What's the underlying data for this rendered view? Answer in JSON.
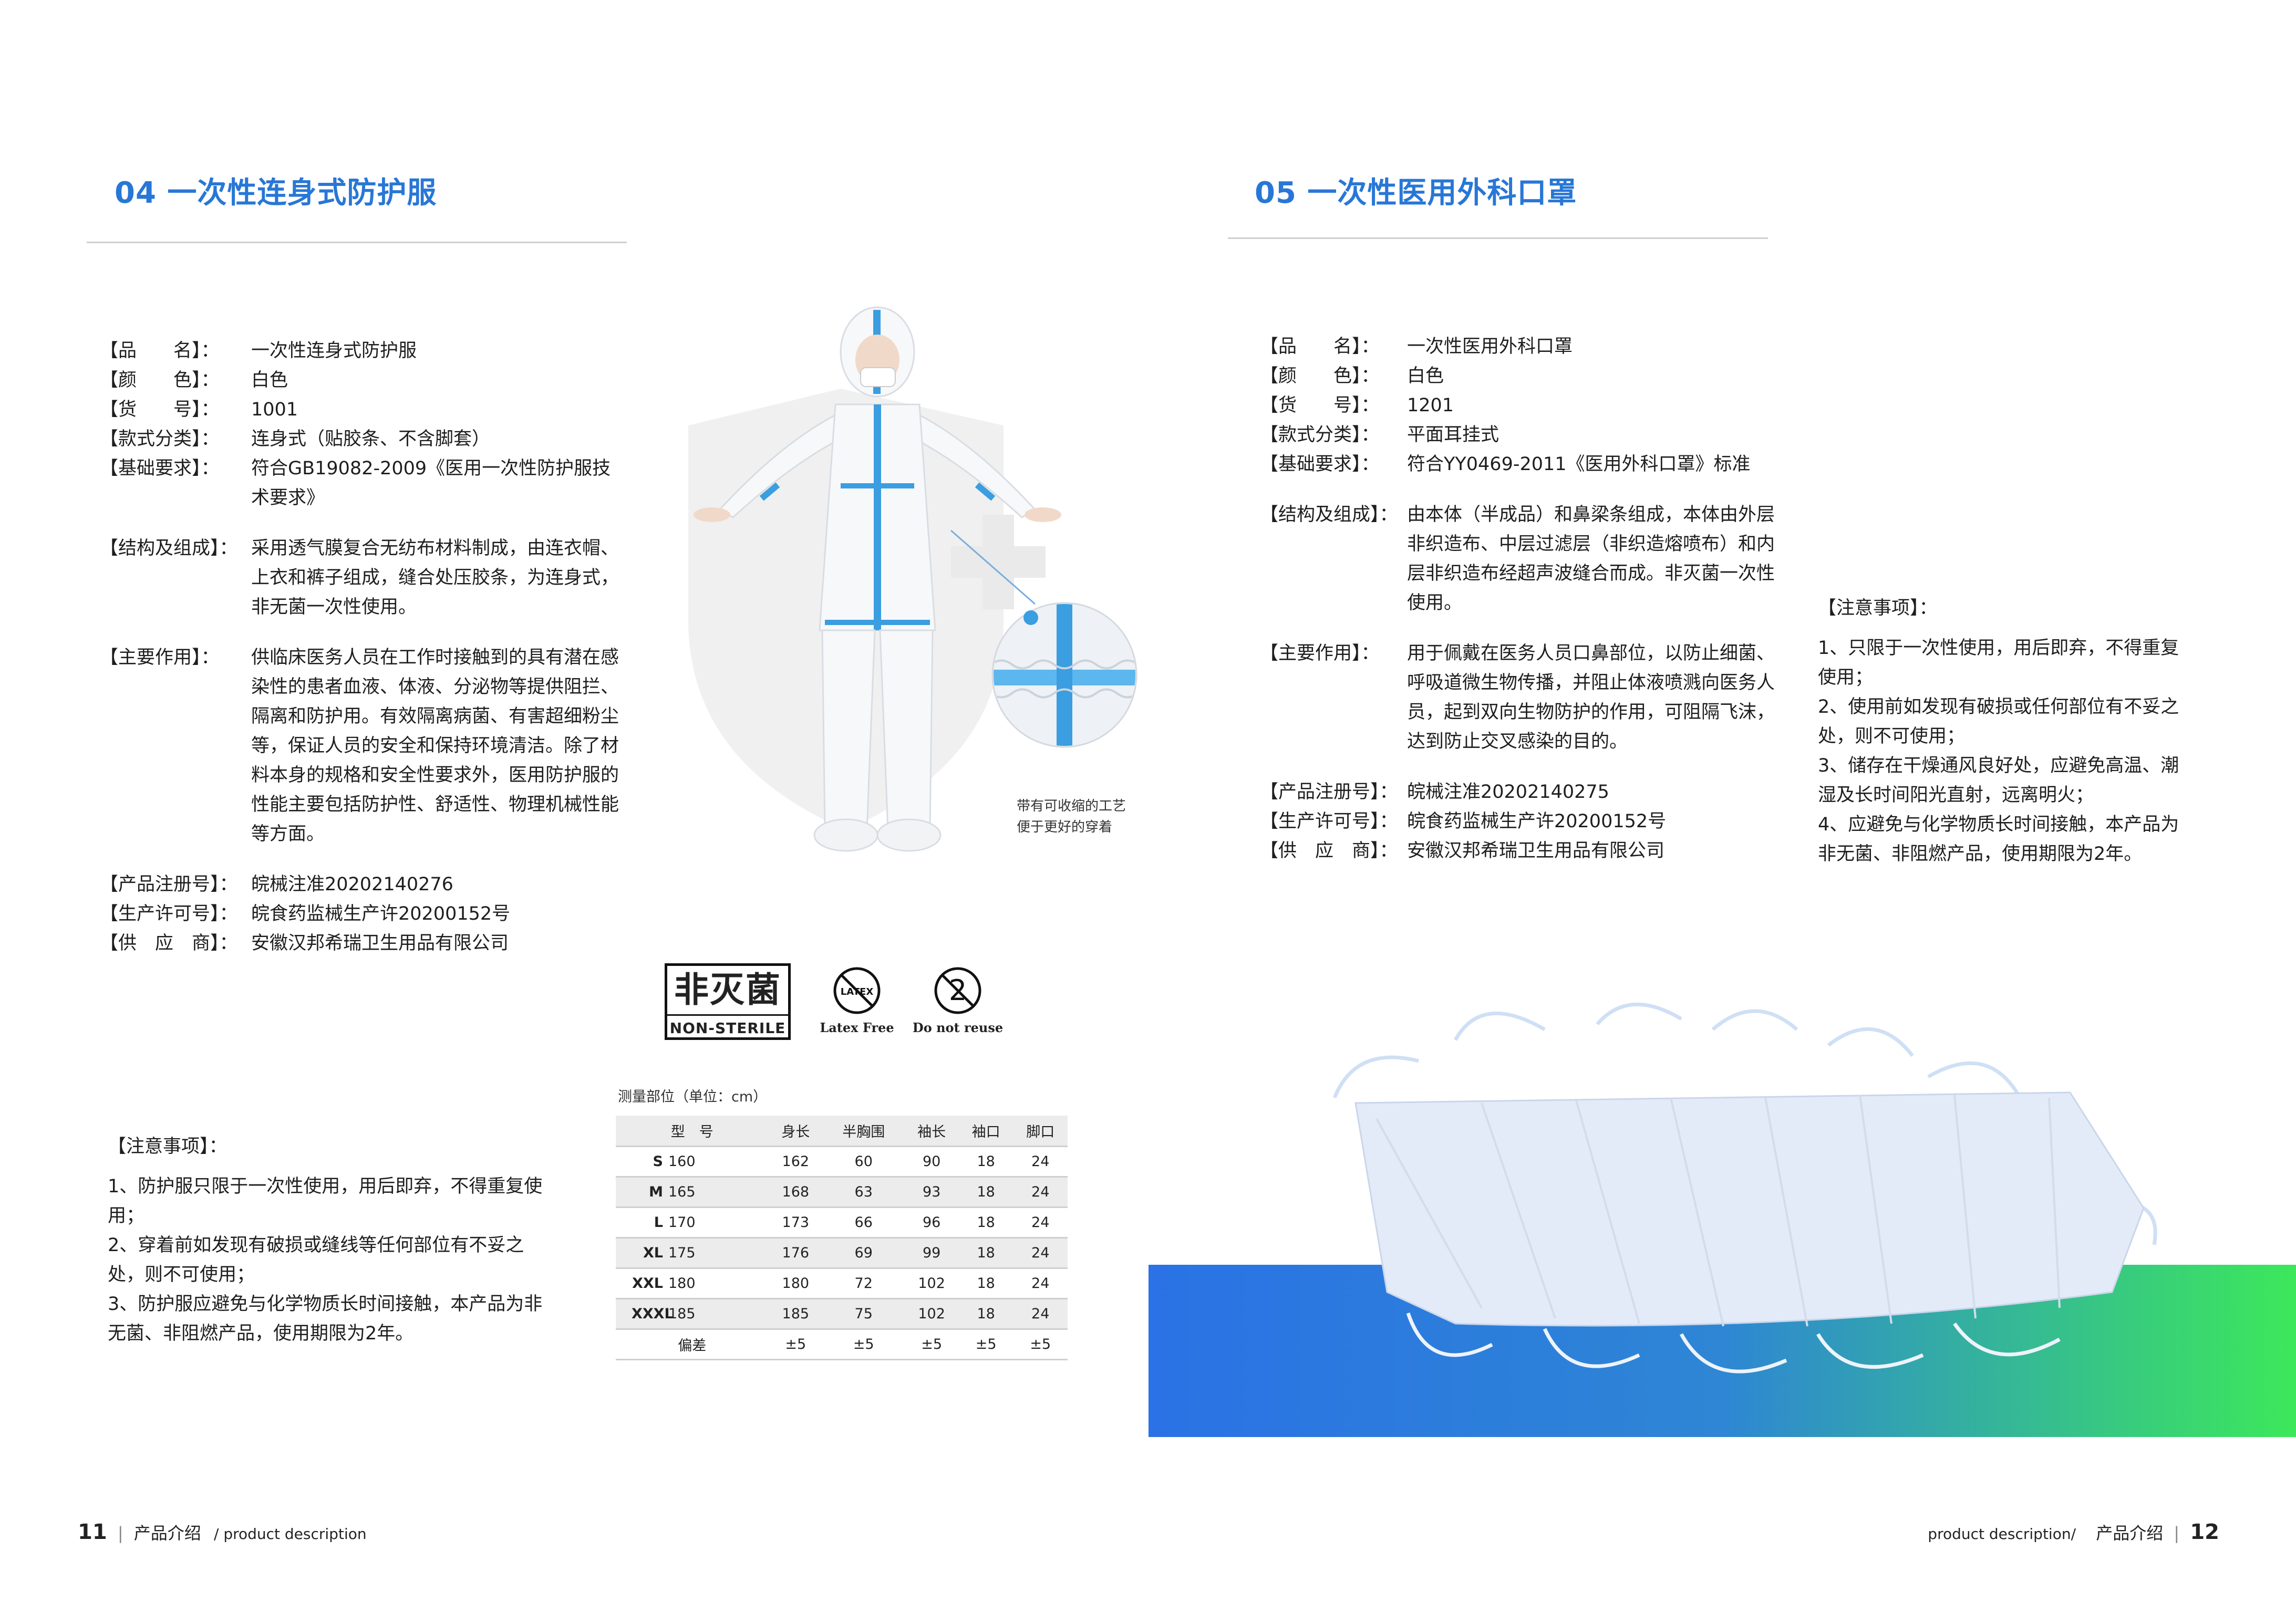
{
  "left": {
    "title": "04 一次性连身式防护服",
    "specs": [
      {
        "label": "【品　　名】：",
        "value": "一次性连身式防护服"
      },
      {
        "label": "【颜　　色】：",
        "value": "白色"
      },
      {
        "label": "【货　　号】：",
        "value": "1001"
      },
      {
        "label": "【款式分类】：",
        "value": "连身式（贴胶条、不含脚套）"
      },
      {
        "label": "【基础要求】：",
        "value": "符合GB19082-2009《医用一次性防护服技术要求》"
      }
    ],
    "structure_label": "【结构及组成】：",
    "structure_value": "采用透气膜复合无纺布材料制成，由连衣帽、上衣和裤子组成，缝合处压胶条，为连身式，非无菌一次性使用。",
    "function_label": "【主要作用】：",
    "function_value": "供临床医务人员在工作时接触到的具有潜在感染性的患者血液、体液、分泌物等提供阻拦、隔离和防护用。有效隔离病菌、有害超细粉尘等，保证人员的安全和保持环境清洁。除了材料本身的规格和安全性要求外，医用防护服的性能主要包括防护性、舒适性、物理机械性能等方面。",
    "reg": [
      {
        "label": "【产品注册号】：",
        "value": "皖械注准20202140276"
      },
      {
        "label": "【生产许可号】：",
        "value": "皖食药监械生产许20200152号"
      },
      {
        "label": "【供　应　商】：",
        "value": "安徽汉邦希瑞卫生用品有限公司"
      }
    ],
    "notes_head": "【注意事项】：",
    "notes": [
      "1、防护服只限于一次性使用，用后即弃，不得重复使用；",
      "2、穿着前如发现有破损或缝线等任何部位有不妥之处，则不可使用；",
      "3、防护服应避免与化学物质长时间接触，本产品为非无菌、非阻燃产品，使用期限为2年。"
    ],
    "detail_caption_1": "带有可收缩的工艺",
    "detail_caption_2": "便于更好的穿着"
  },
  "icons": {
    "nonsterile_cn": "非灭菌",
    "nonsterile_en": "NON-STERILE",
    "latex_inner": "LATEX",
    "latex_caption": "Latex Free",
    "reuse_inner": "2",
    "reuse_caption": "Do not reuse"
  },
  "size_table": {
    "caption": "测量部位（单位：cm）",
    "headers": [
      "型　号",
      "身长",
      "半胸围",
      "袖长",
      "袖口",
      "脚口"
    ],
    "rows": [
      {
        "size": "S",
        "height": "160",
        "cells": [
          "162",
          "60",
          "90",
          "18",
          "24"
        ]
      },
      {
        "size": "M",
        "height": "165",
        "cells": [
          "168",
          "63",
          "93",
          "18",
          "24"
        ]
      },
      {
        "size": "L",
        "height": "170",
        "cells": [
          "173",
          "66",
          "96",
          "18",
          "24"
        ]
      },
      {
        "size": "XL",
        "height": "175",
        "cells": [
          "176",
          "69",
          "99",
          "18",
          "24"
        ]
      },
      {
        "size": "XXL",
        "height": "180",
        "cells": [
          "180",
          "72",
          "102",
          "18",
          "24"
        ]
      },
      {
        "size": "XXXL",
        "height": "185",
        "cells": [
          "185",
          "75",
          "102",
          "18",
          "24"
        ]
      }
    ],
    "tolerance_label": "偏差",
    "tolerance": [
      "±5",
      "±5",
      "±5",
      "±5",
      "±5"
    ]
  },
  "right": {
    "title": "05  一次性医用外科口罩",
    "specs": [
      {
        "label": "【品　　名】：",
        "value": "一次性医用外科口罩"
      },
      {
        "label": "【颜　　色】：",
        "value": "白色"
      },
      {
        "label": "【货　　号】：",
        "value": "1201"
      },
      {
        "label": "【款式分类】：",
        "value": "平面耳挂式"
      },
      {
        "label": "【基础要求】：",
        "value": "符合YY0469-2011《医用外科口罩》标准"
      }
    ],
    "structure_label": "【结构及组成】：",
    "structure_value": "由本体（半成品）和鼻梁条组成，本体由外层非织造布、中层过滤层（非织造熔喷布）和内层非织造布经超声波缝合而成。非灭菌一次性使用。",
    "function_label": "【主要作用】：",
    "function_value": "用于佩戴在医务人员口鼻部位，以防止细菌、呼吸道微生物传播，并阻止体液喷溅向医务人员，起到双向生物防护的作用，可阻隔飞沫，达到防止交叉感染的目的。",
    "reg": [
      {
        "label": "【产品注册号】：",
        "value": "皖械注准20202140275"
      },
      {
        "label": "【生产许可号】：",
        "value": "皖食药监械生产许20200152号"
      },
      {
        "label": "【供　应　商】：",
        "value": "安徽汉邦希瑞卫生用品有限公司"
      }
    ],
    "notes_head": "【注意事项】：",
    "notes": [
      "1、只限于一次性使用，用后即弃，不得重复使用；",
      "2、使用前如发现有破损或任何部位有不妥之处，则不可使用；",
      "3、储存在干燥通风良好处，应避免高温、潮湿及长时间阳光直射，远离明火；",
      "4、应避免与化学物质长时间接触，本产品为非无菌、非阻燃产品，使用期限为2年。"
    ]
  },
  "footer": {
    "left_page": "11",
    "left_cn": "产品介绍",
    "left_en": "/ product description",
    "right_en": "product description/",
    "right_cn": "产品介绍",
    "right_page": "12"
  },
  "colors": {
    "title_blue": "#2877d6",
    "gradient_start": "#2a72e5",
    "gradient_end": "#3ce85a",
    "tape_blue": "#3a9ee0"
  }
}
